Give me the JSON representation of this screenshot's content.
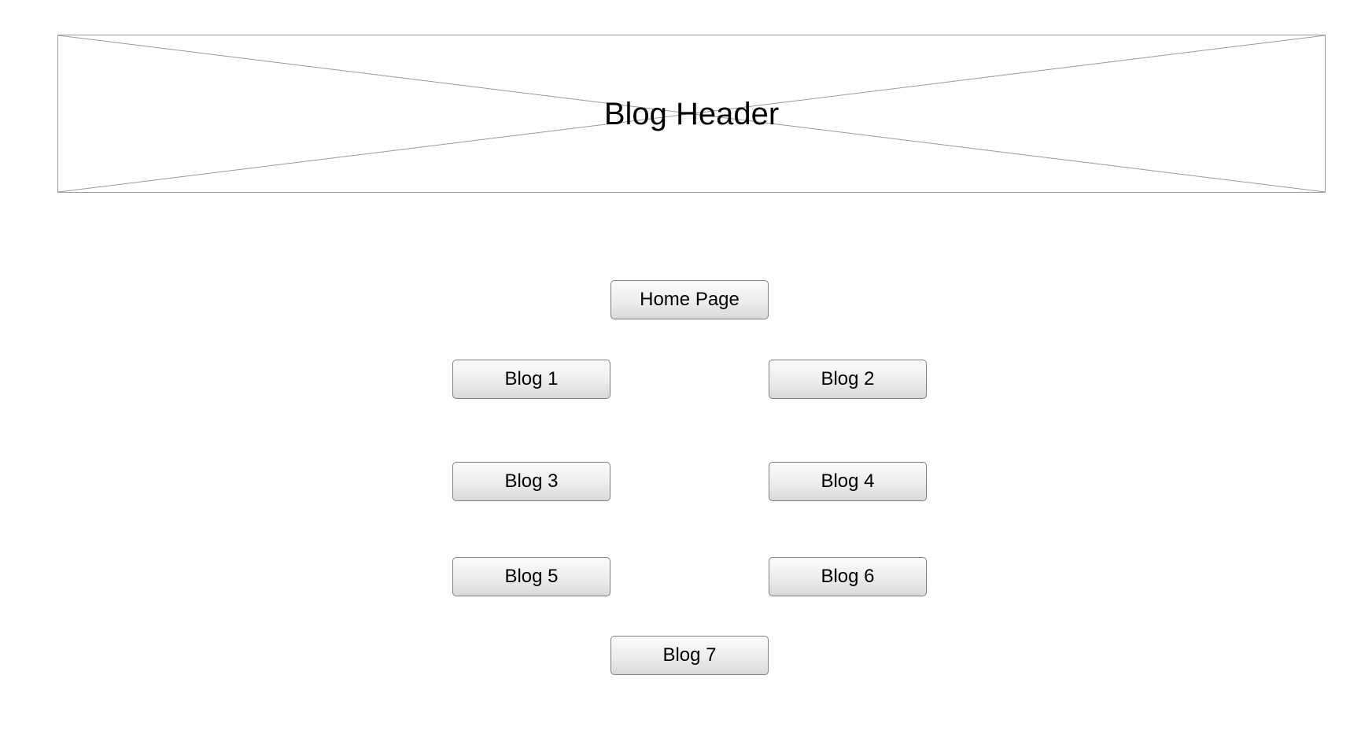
{
  "header": {
    "title": "Blog Header"
  },
  "nav": {
    "home_label": "Home Page",
    "blogs": [
      {
        "label": "Blog 1"
      },
      {
        "label": "Blog 2"
      },
      {
        "label": "Blog 3"
      },
      {
        "label": "Blog 4"
      },
      {
        "label": "Blog 5"
      },
      {
        "label": "Blog 6"
      },
      {
        "label": "Blog 7"
      }
    ]
  },
  "colors": {
    "placeholder_border": "#9a9a9a",
    "button_border": "#7f7f7f",
    "button_gradient_top": "#fbfbfb",
    "button_gradient_bottom": "#d9d9d9",
    "text": "#000000"
  }
}
